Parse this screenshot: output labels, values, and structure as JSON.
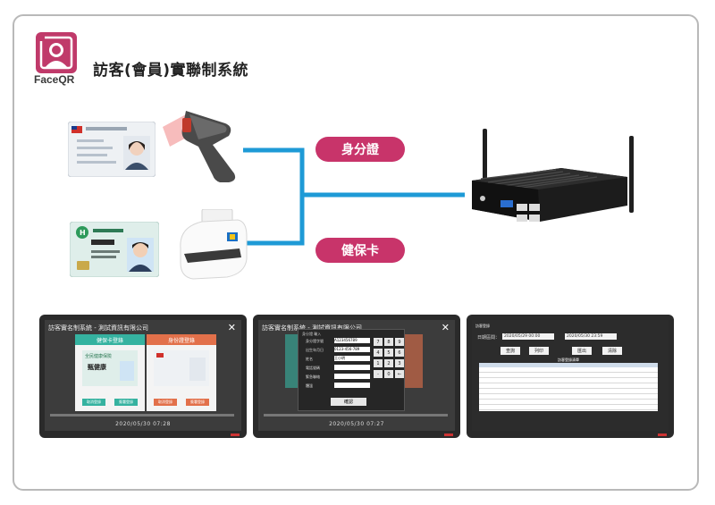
{
  "header": {
    "logo_text": "FaceQR",
    "title": "訪客(會員)實聯制系統"
  },
  "labels": {
    "id_card": "身分證",
    "health_card": "健保卡"
  },
  "screen1": {
    "title": "訪客實名制系統 - 測試資訊有限公司",
    "card_left_header": "健保卡登錄",
    "card_right_header": "身份證登錄",
    "card_left_name": "甄健康",
    "card_left_issuer": "全民健康保險",
    "btn_a": "取消登錄",
    "btn_b": "簽署登錄",
    "footer": "2020/05/30  07:28"
  },
  "screen2": {
    "title": "訪客實名制系統 - 測試資訊有限公司",
    "dialog_title": "身分證 輸入",
    "fields": [
      "身分證字號",
      "出生年月日",
      "姓名",
      "電話號碼",
      "緊急聯絡",
      "體溫"
    ],
    "values": [
      "A123456789",
      "0123-456-789",
      "王小明",
      "",
      "",
      ""
    ],
    "keys": [
      "7",
      "8",
      "9",
      "4",
      "5",
      "6",
      "1",
      "2",
      "3",
      "-",
      "0",
      "←"
    ],
    "ok": "確認",
    "footer": "2020/05/30  07:27"
  },
  "screen3": {
    "title": "訪客登錄",
    "query_label": "日期區間：",
    "date_from": "2020/05/29 00:00",
    "date_to": "2020/05/30 23:59",
    "buttons": [
      "查詢",
      "列印",
      "匯出",
      "清除"
    ],
    "table_title": "訪客登錄清單"
  },
  "colors": {
    "accent": "#c8346a",
    "connector": "#1e9ad6",
    "teal": "#35b2a0",
    "orange": "#e2704a"
  }
}
